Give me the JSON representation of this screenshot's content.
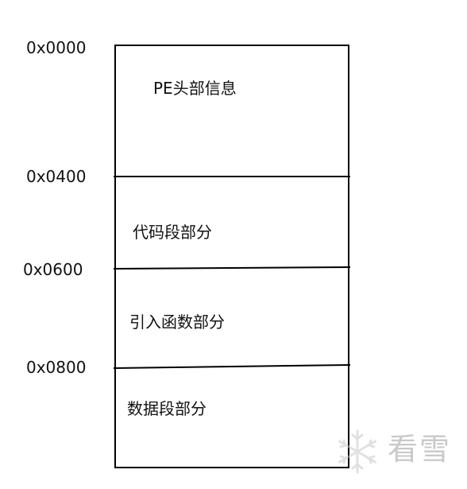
{
  "addresses": {
    "a0": "0x0000",
    "a1": "0x0400",
    "a2": "0x0600",
    "a3": "0x0800"
  },
  "segments": {
    "header": "PE头部信息",
    "code": "代码段部分",
    "imports": "引入函数部分",
    "data": "数据段部分"
  },
  "watermark": {
    "text": "看雪",
    "icon": "snowflake-icon",
    "color": "#c9c9c9"
  },
  "colors": {
    "line": "#000000",
    "text": "#111111"
  }
}
